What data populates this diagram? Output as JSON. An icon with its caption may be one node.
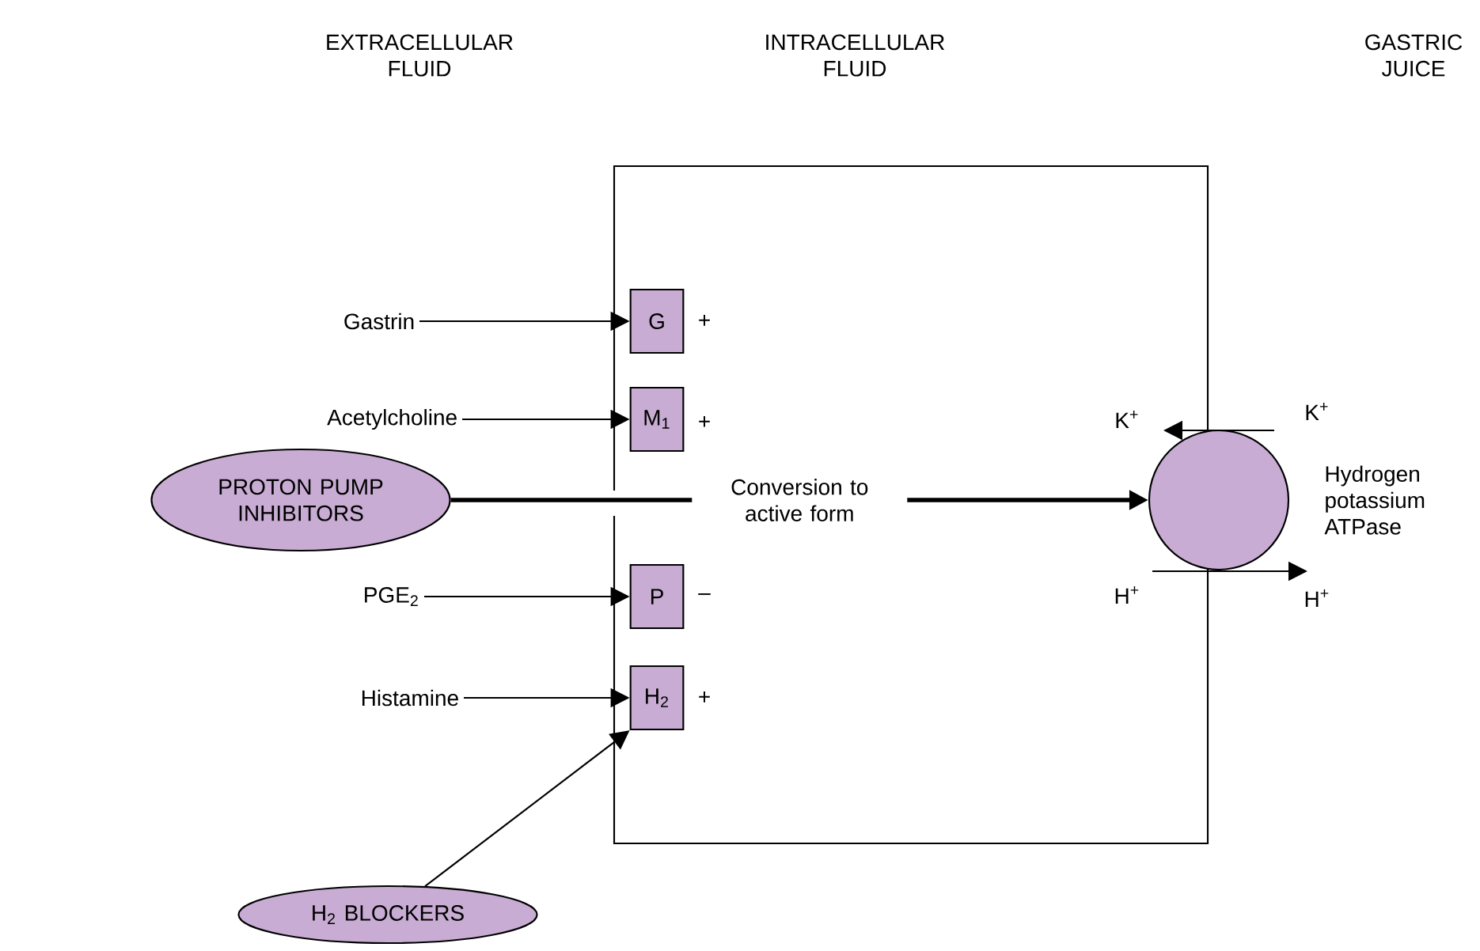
{
  "diagram": {
    "nodes": [
      {
        "text": [
          "Gastrin"
        ]
      },
      {
        "text": [
          "G"
        ]
      },
      {
        "text": [
          "Acetylcholine"
        ]
      },
      {
        "text": [
          "M$_{1}$"
        ]
      },
      {
        "text": [
          "PROTON PUMP INHIBITORS"
        ]
      },
      {
        "text": [],
        "shape": "circle",
        "beside": [
          "Hydrogen potassium ATPase"
        ]
      },
      {
        "text": [
          "PGE$_{2}$"
        ]
      },
      {
        "text": [
          "P"
        ]
      },
      {
        "text": [
          "Histamine"
        ]
      },
      {
        "text": [
          "H$_{2}$"
        ]
      },
      {
        "text": [
          "H$_{2}$ BLOCKERS"
        ]
      }
    ],
    "edges": [
      {
        "from": 0,
        "to": 1,
        "arrow": "to"
      },
      {
        "from": 2,
        "to": 3,
        "arrow": "to"
      },
      {
        "from": 4,
        "to": 5,
        "arrow": "to",
        "label": "Conversion to active form",
        "style": "thick"
      },
      {
        "from": 6,
        "to": 7,
        "arrow": "to"
      },
      {
        "from": 8,
        "to": 9,
        "arrow": "to"
      },
      {
        "from": 10,
        "to": 9,
        "arrow": "to"
      }
    ],
    "labels": [
      "EXTRACELLULAR FLUID",
      "INTRACELLULAR FLUID",
      "GASTRIC JUICE",
      "+",
      "+",
      "K$^{+}$",
      "K$^{+}$",
      "H$^{+}$",
      "H$^{+}$",
      "–",
      "+"
    ]
  }
}
